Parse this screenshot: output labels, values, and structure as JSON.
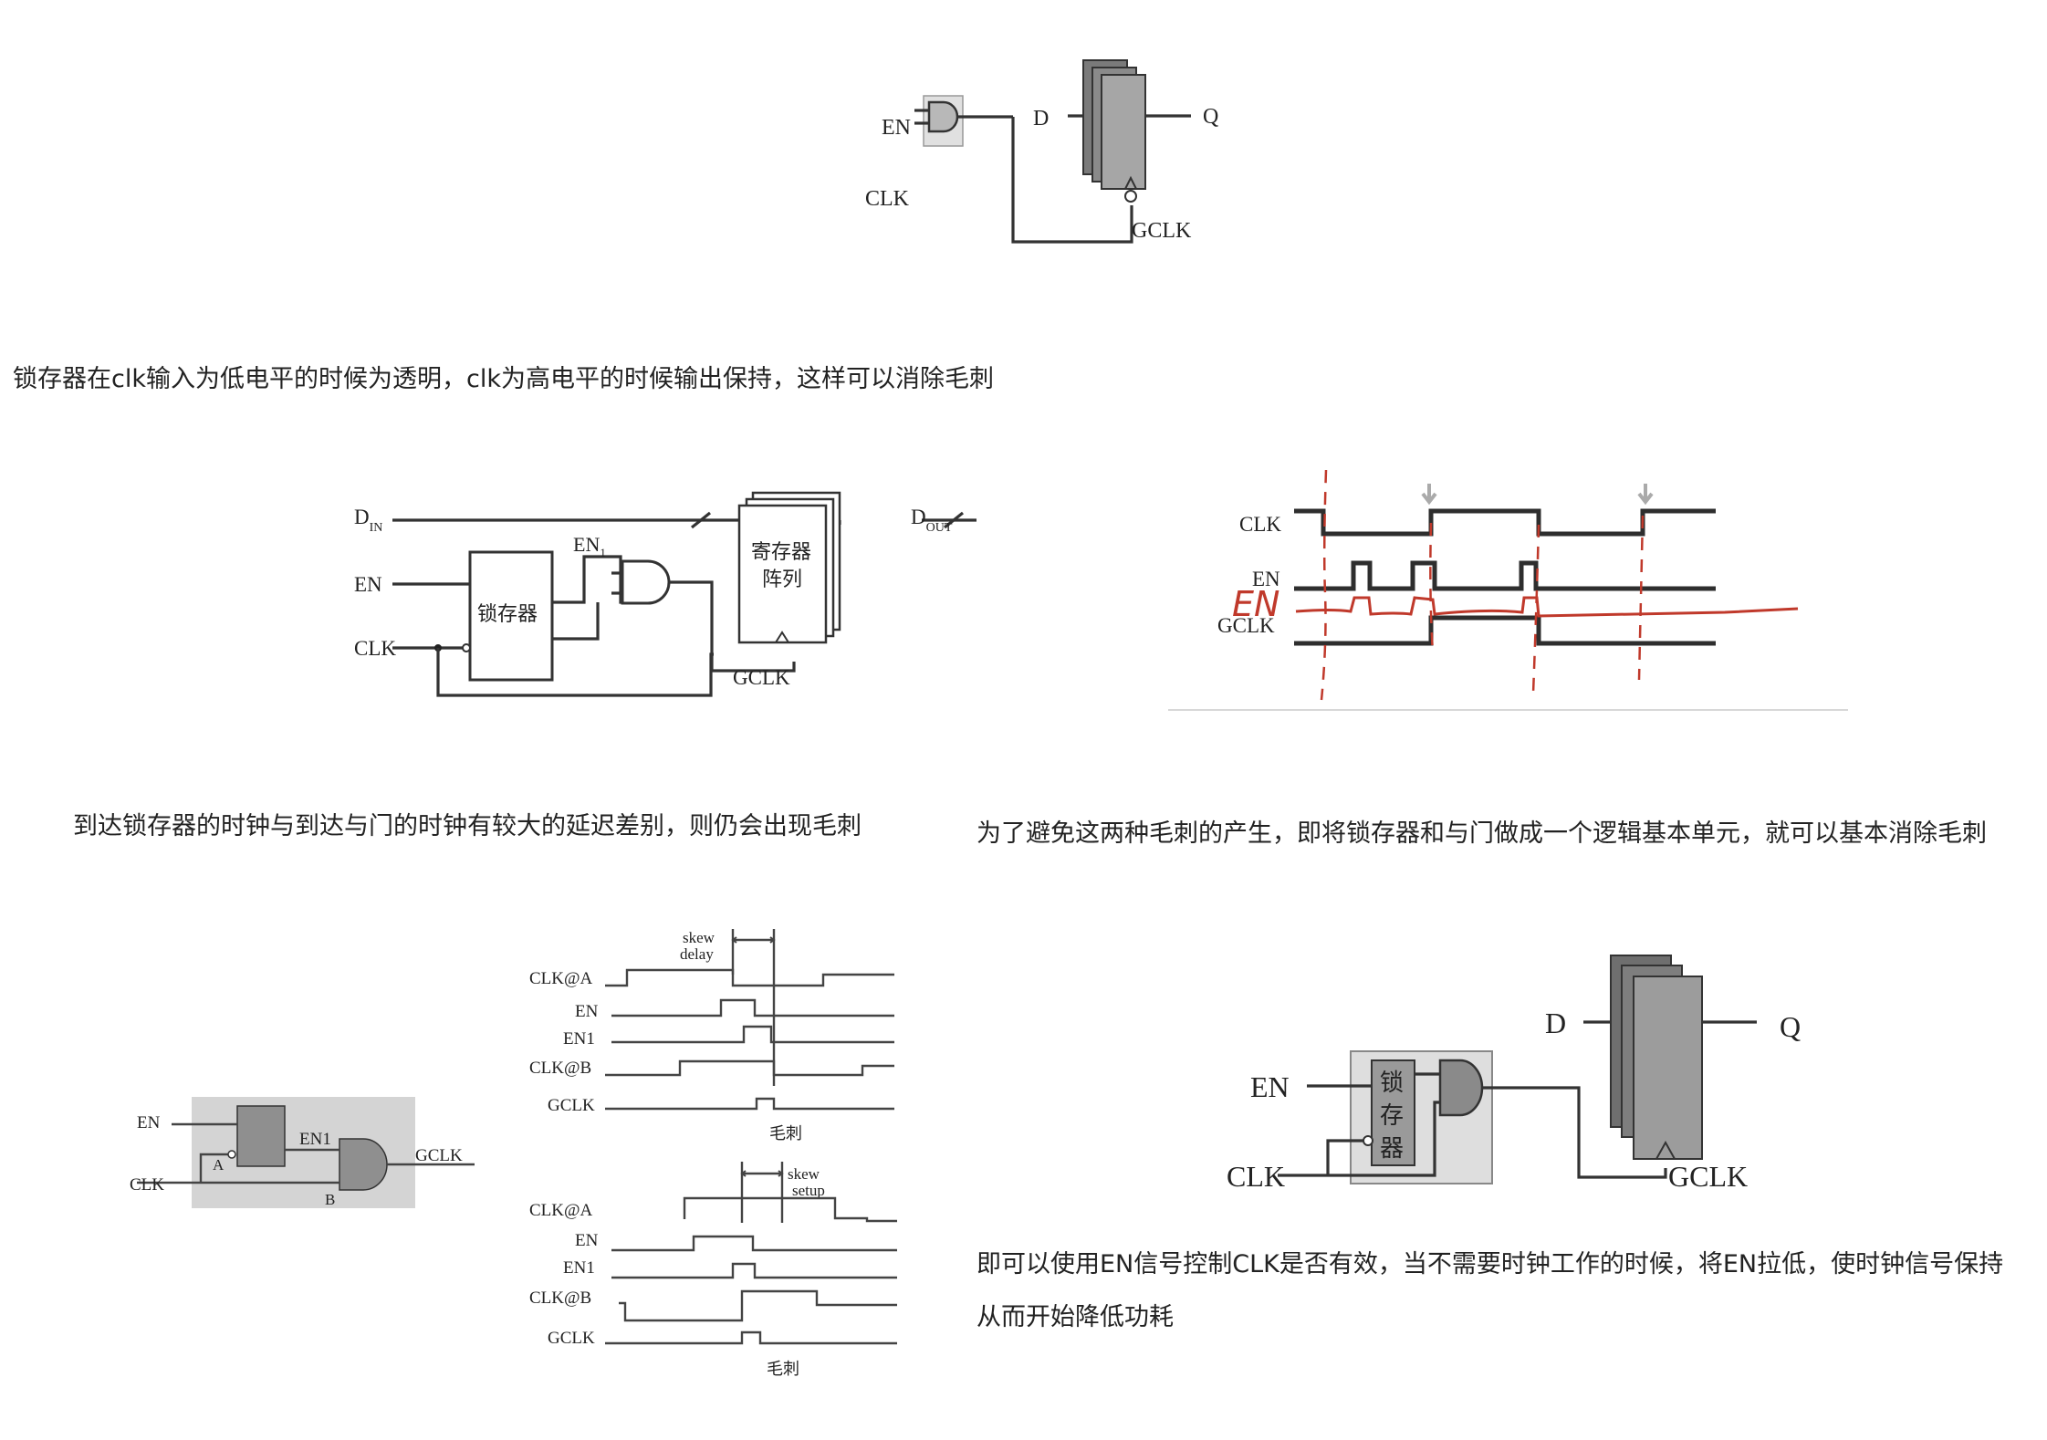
{
  "fig1": {
    "en": "EN",
    "clk": "CLK",
    "d": "D",
    "q": "Q",
    "gclk": "GCLK"
  },
  "caption1": "锁存器在clk输入为低电平的时候为透明，clk为高电平的时候输出保持，这样可以消除毛刺",
  "fig2": {
    "din": "D",
    "din_sub": "IN",
    "dout": "D",
    "dout_sub": "OUT",
    "en": "EN",
    "en1": "EN",
    "en1_sub": "1",
    "clk": "CLK",
    "latch": "锁存器",
    "reg_line1": "寄存器",
    "reg_line2": "阵列",
    "gclk": "GCLK"
  },
  "fig3": {
    "clk": "CLK",
    "en": "EN",
    "en_handwritten": "EN",
    "gclk": "GCLK"
  },
  "caption2": "到达锁存器的时钟与到达与门的时钟有较大的延迟差别，则仍会出现毛刺",
  "caption3": "为了避免这两种毛刺的产生，即将锁存器和与门做成一个逻辑基本单元，就可以基本消除毛刺",
  "fig4": {
    "en": "EN",
    "en1": "EN1",
    "clk": "CLK",
    "a": "A",
    "b": "B",
    "gclk": "GCLK"
  },
  "fig5": {
    "top": {
      "skew_line1": "skew",
      "skew_line2": "delay",
      "signals": [
        "CLK@A",
        "EN",
        "EN1",
        "CLK@B",
        "GCLK"
      ],
      "glitch": "毛刺"
    },
    "bottom": {
      "skew_line1": "skew",
      "skew_line2": "setup",
      "signals": [
        "CLK@A",
        "EN",
        "EN1",
        "CLK@B",
        "GCLK"
      ],
      "glitch": "毛刺"
    }
  },
  "fig6": {
    "en": "EN",
    "clk": "CLK",
    "latch": [
      "锁",
      "存",
      "器"
    ],
    "d": "D",
    "q": "Q",
    "gclk": "GCLK"
  },
  "caption4_line1": "即可以使用EN信号控制CLK是否有效，当不需要时钟工作的时候，将EN拉低，使时钟信号保持",
  "caption4_line2": "从而开始降低功耗"
}
